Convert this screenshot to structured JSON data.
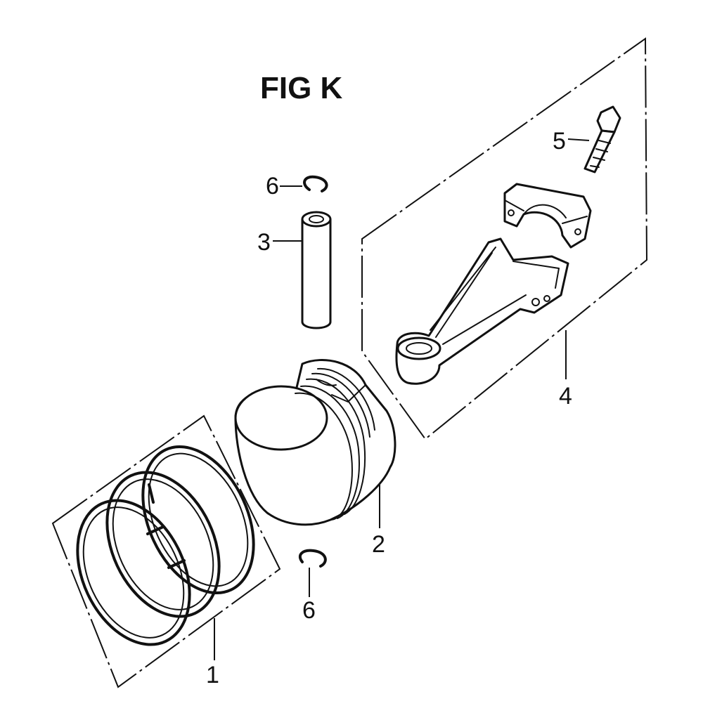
{
  "figure": {
    "title": "FIG K"
  },
  "callouts": [
    {
      "id": "ring-set",
      "label": "1"
    },
    {
      "id": "piston",
      "label": "2"
    },
    {
      "id": "piston-pin",
      "label": "3"
    },
    {
      "id": "connecting-rod",
      "label": "4"
    },
    {
      "id": "rod-bolt",
      "label": "5"
    },
    {
      "id": "pin-clip-top",
      "label": "6"
    },
    {
      "id": "pin-clip-bottom",
      "label": "6"
    }
  ],
  "colors": {
    "ink": "#111111",
    "paper": "#ffffff"
  }
}
